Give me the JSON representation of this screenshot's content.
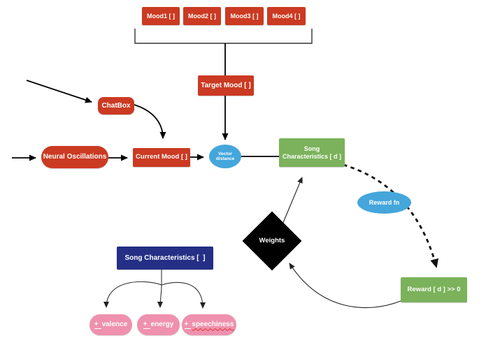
{
  "diagram": {
    "title": "mood-to-music reward diagram",
    "moods": [
      {
        "label": "Mood1 [ ]"
      },
      {
        "label": "Mood2 [ ]"
      },
      {
        "label": "Mood3 [ ]"
      },
      {
        "label": "Mood4 [ ]"
      }
    ],
    "target_mood": {
      "label": "Target Mood [ ]"
    },
    "chatbox": {
      "label": "ChatBox"
    },
    "neural_oscillations": {
      "label": "Neural Oscillations"
    },
    "current_mood": {
      "label": "Current Mood [ ]"
    },
    "vector_distance": {
      "line1": "Vector",
      "line2": "distance"
    },
    "song_characteristics_d": {
      "line1": "Song",
      "line2": "Characteristics [ d ]"
    },
    "reward_fn": {
      "label": "Reward fn"
    },
    "weights": {
      "label": "Weights"
    },
    "song_characteristics": {
      "label": "Song Characteristics [  ]"
    },
    "features": [
      {
        "prefix": "+",
        "name": "valence"
      },
      {
        "prefix": "+",
        "name": "energy"
      },
      {
        "prefix": "+",
        "name": "speechiness"
      }
    ],
    "reward_output": {
      "label": "Reward [ d ] >> 0"
    },
    "colors": {
      "node_red": "#cb3a22",
      "node_green": "#7bb25b",
      "node_blue": "#45a6db",
      "node_navy": "#242f85",
      "node_pink": "#ef91ae",
      "node_black": "#000000",
      "connector": "#000000",
      "spellcheck_underline": "#e03131"
    }
  }
}
